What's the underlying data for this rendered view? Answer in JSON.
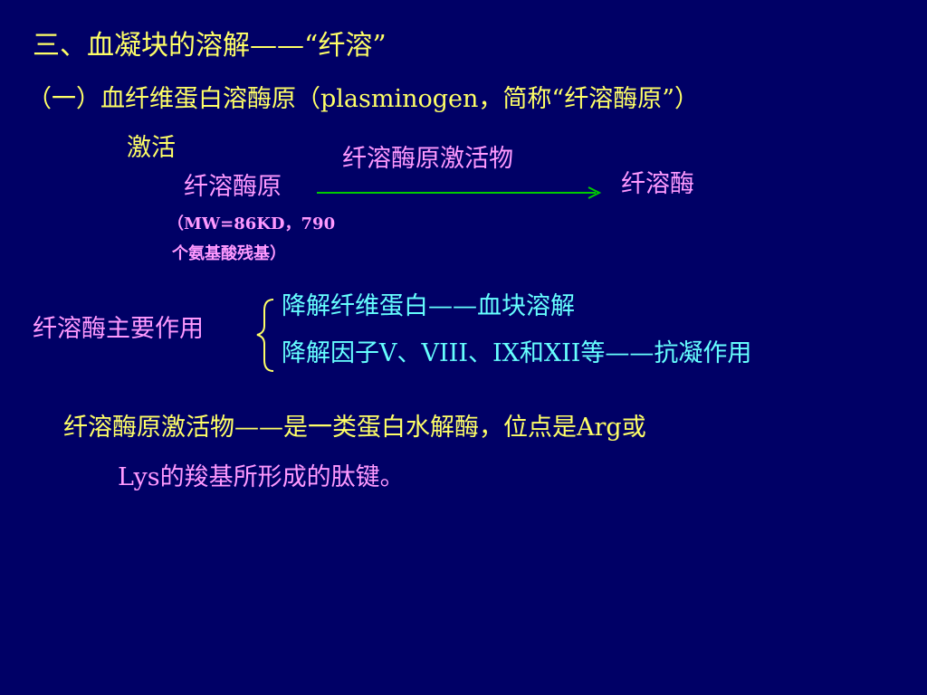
{
  "slide": {
    "title": "三、血凝块的溶解——“纤溶”",
    "subtitle": "（一）血纤维蛋白溶酶原（plasminogen，简称“纤溶酶原”）",
    "activation": "激活",
    "reaction": {
      "enzyme": "纤溶酶原激活物",
      "substrate": "纤溶酶原",
      "product": "纤溶酶",
      "note_line1": "（MW=86KD，790",
      "note_line2": "个氨基酸残基）"
    },
    "functions": {
      "label": "纤溶酶主要作用",
      "items": [
        "降解纤维蛋白——血块溶解",
        "降解因子V、VIII、IX和XII等——抗凝作用"
      ]
    },
    "activator_note": {
      "line1": "纤溶酶原激活物——是一类蛋白水解酶，位点是Arg或",
      "line2": "Lys的羧基所形成的肽键。"
    }
  },
  "colors": {
    "background": "#000066",
    "yellow": "#FFFF66",
    "pink": "#FF99FF",
    "cyan": "#66FFFF",
    "arrow": "#00CC00"
  }
}
